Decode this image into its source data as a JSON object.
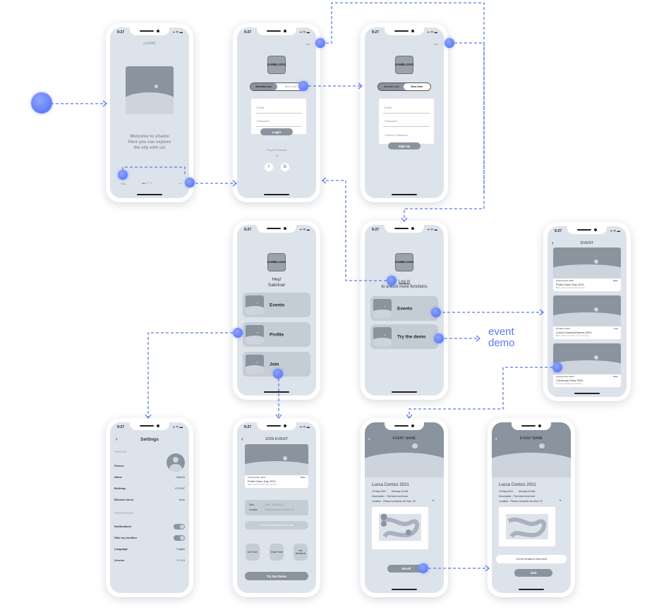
{
  "status": {
    "time": "9:27",
    "signal": "▪︎▪︎ ᯤ ▬"
  },
  "onboarding": {
    "app_title": "uGAME",
    "welcome": [
      "Welcome to uGame",
      "Here you can explore",
      "the city with us!"
    ],
    "skip": "Skip",
    "pager": "▬ • • •",
    "next": "→"
  },
  "login": {
    "skip": "Skip",
    "logo": [
      "GAME",
      "LOGO"
    ],
    "tab_already": "Already User",
    "tab_new": "New User",
    "email": "Email",
    "password": "Password",
    "login_button": "Login",
    "forgot": "Forget Password",
    "or": "Or",
    "social": [
      "f",
      "G"
    ]
  },
  "signup": {
    "skip": "Skip",
    "logo": [
      "GAME",
      "LOGO"
    ],
    "tab_already": "Already User",
    "tab_new": "New User",
    "email": "Email",
    "password": "Password",
    "confirm": "Confirm Password",
    "signup_button": "Sign up"
  },
  "home": {
    "logo": [
      "GAME",
      "LOGO"
    ],
    "greeting": [
      "Hey!",
      "Sabrina!"
    ],
    "items": [
      "Events",
      "Profile",
      "Join"
    ]
  },
  "guest": {
    "logo": [
      "GAME",
      "LOGO"
    ],
    "login_link": "Log in",
    "unlock": "to unlock more functions",
    "items": [
      "Events",
      "Try the demo"
    ]
  },
  "event_list": {
    "back": "‹",
    "title": "EVENT",
    "events": [
      {
        "date": "15 December 2021",
        "place": "Milan",
        "name": "Pollini Open Day 2021",
        "desc": "Best event to visit and connect"
      },
      {
        "date": "15 March 2021",
        "place": "Pisa",
        "name": "Lucca Comics&Games 2021",
        "desc": "Best event you want to in a journey"
      },
      {
        "date": "24 December 2020",
        "place": "Milan",
        "name": "Christmas Party 2020",
        "desc": "Come to holiday fun activity"
      }
    ]
  },
  "side_labels": [
    "event",
    "demo"
  ],
  "settings": {
    "back": "‹",
    "title": "Settings",
    "profile_header": "PROFILE",
    "picture": "Picture",
    "rows": [
      {
        "label": "Name",
        "value": "Sabrina"
      },
      {
        "label": "Birthday",
        "value": "07.03.97"
      },
      {
        "label": "Blocked users",
        "value": "None"
      }
    ],
    "preference_header": "PREFERENCE",
    "notifications": "Notifications",
    "hide_location": "Hide my location",
    "language_label": "Language",
    "language_value": "English",
    "version_label": "Version",
    "version_value": "V 1.2.0"
  },
  "join_event": {
    "back": "‹",
    "title": "JOIN EVENT",
    "date": "15 December 2021",
    "place": "Milan",
    "name": "Pollini Open Day 2021",
    "desc": "Best event to visit and connect",
    "time_label": "Time",
    "time_value": "10:00 - 18:00 2021",
    "location_label": "Location",
    "location_value": "Piazza Leonardo da Vinci, 32",
    "notice": "You need to join team for the race",
    "team_buttons": [
      "Join Team",
      "Create Team",
      "Join Randomly"
    ],
    "demo_button": "Try the Demo"
  },
  "event_detail": {
    "back": "‹",
    "title": "EVENT NAME",
    "name": "Lucca Comics 2021",
    "date": "15 May 2021",
    "time": "Monday 10 AM",
    "description": "Description - The best event ever",
    "location": "Location - Piazza Leonardo da Vinci, 32",
    "enroll": "Enroll"
  },
  "event_enrolled": {
    "back": "‹",
    "title": "EVENT NAME",
    "name": "Lucca Comics 2021",
    "date": "15 May 2021",
    "time": "Monday 10 AM",
    "description": "Description - The best event ever",
    "location": "Location - Piazza Leonardo da Vinci, 32",
    "toast": "You've Enrolled to this event",
    "join": "Join"
  },
  "colors": {
    "accent": "#5b78f0",
    "screen": "#dde3ea",
    "placeholder": "#8a949f",
    "card": "#c4ccd5"
  }
}
